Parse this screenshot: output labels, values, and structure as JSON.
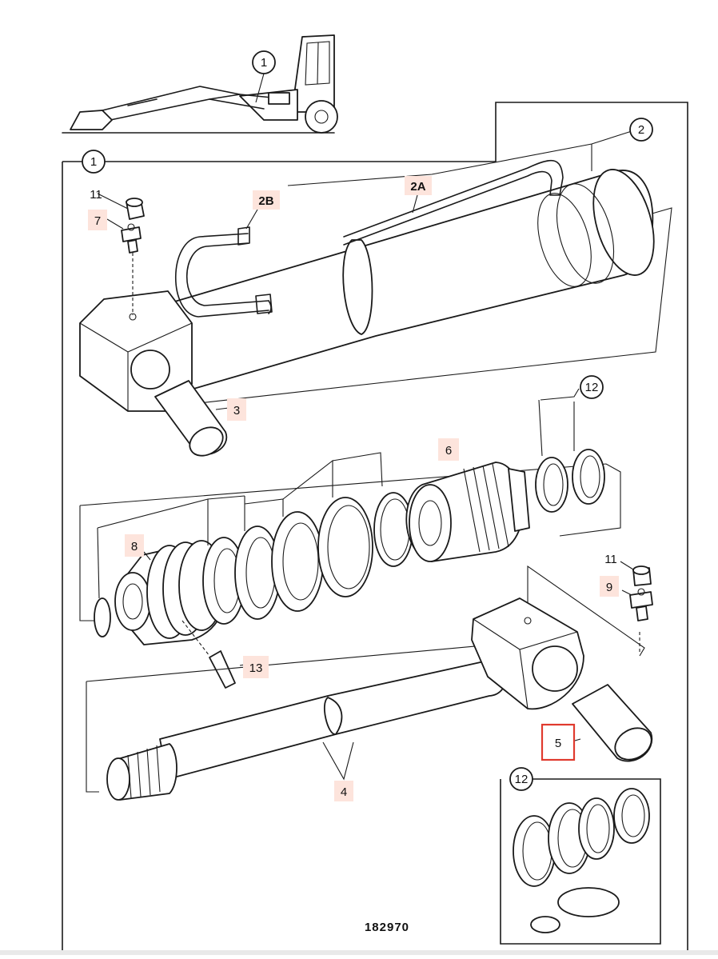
{
  "diagram": {
    "drawing_number": "182970",
    "selected_label": "5",
    "callouts": [
      {
        "id": "c1-top",
        "text": "1",
        "style": "circle"
      },
      {
        "id": "c1",
        "text": "1",
        "style": "circle"
      },
      {
        "id": "c2",
        "text": "2",
        "style": "circle"
      },
      {
        "id": "c2a",
        "text": "2A",
        "style": "box"
      },
      {
        "id": "c2b",
        "text": "2B",
        "style": "box"
      },
      {
        "id": "c11a",
        "text": "11",
        "style": "plain"
      },
      {
        "id": "c7",
        "text": "7",
        "style": "box"
      },
      {
        "id": "c3",
        "text": "3",
        "style": "box"
      },
      {
        "id": "c12a",
        "text": "12",
        "style": "circle"
      },
      {
        "id": "c6",
        "text": "6",
        "style": "box"
      },
      {
        "id": "c8",
        "text": "8",
        "style": "box"
      },
      {
        "id": "c11b",
        "text": "11",
        "style": "plain"
      },
      {
        "id": "c9",
        "text": "9",
        "style": "box"
      },
      {
        "id": "c13",
        "text": "13",
        "style": "box"
      },
      {
        "id": "c5",
        "text": "5",
        "style": "selected"
      },
      {
        "id": "c4",
        "text": "4",
        "style": "box"
      },
      {
        "id": "c12b",
        "text": "12",
        "style": "circle"
      }
    ]
  }
}
